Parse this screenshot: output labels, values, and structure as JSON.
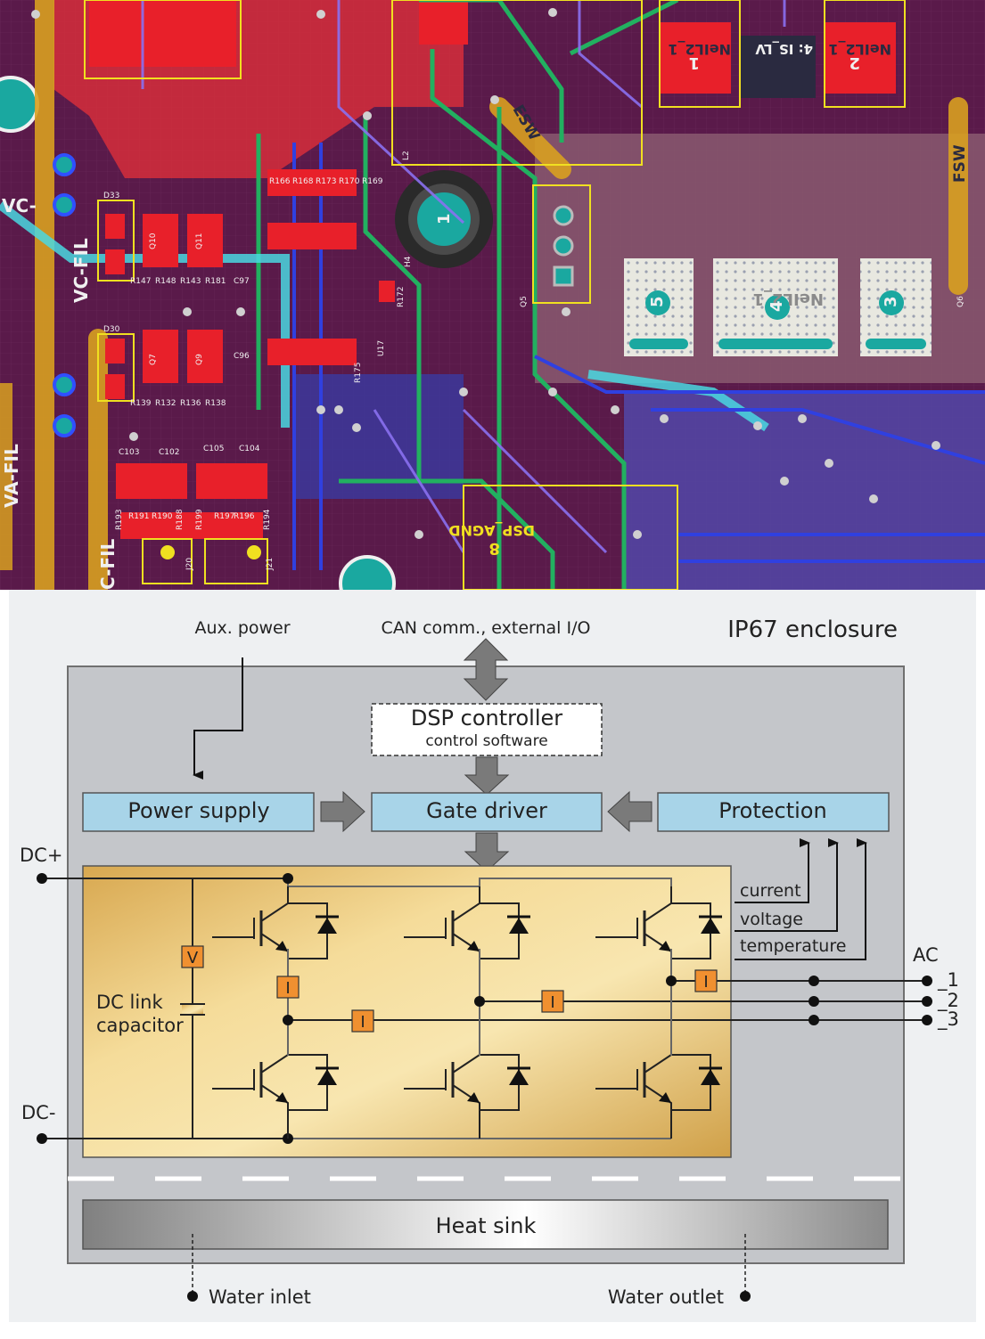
{
  "pcb": {
    "silk_labels": [
      "VC-",
      "VC-FIL",
      "VA-FIL",
      "C-FIL",
      "ESW",
      "FSW",
      "NeIL2_1",
      "4: IS_LV",
      "DSP_AGND",
      "D33",
      "D30",
      "Q10",
      "Q11",
      "Q7",
      "Q9",
      "R147",
      "R148",
      "R143",
      "R181",
      "C97",
      "R139",
      "R132",
      "R136",
      "R138",
      "C96",
      "R166",
      "R168",
      "R173",
      "R170",
      "R169",
      "R172",
      "R175",
      "U17",
      "C103",
      "C102",
      "C105",
      "C104",
      "R193",
      "R191",
      "R190",
      "R188",
      "R196",
      "R197",
      "R199",
      "R194",
      "J20",
      "J21",
      "L2",
      "Q5",
      "Q6",
      "H4"
    ],
    "pad_numbers": [
      "1",
      "2",
      "3",
      "4",
      "5",
      "8"
    ],
    "colors": {
      "background": "#5a1a4a",
      "copper_top": "#e0202a",
      "copper_bottom": "#4a3aa0",
      "trace_green": "#22b060",
      "trace_cyan": "#4ad8e0",
      "trace_blue": "#3040e0",
      "silkscreen": "#f0e020",
      "pad_gold": "#d8a020",
      "pad_teal": "#1aa8a0"
    }
  },
  "diagram": {
    "enclosure_label": "IP67 enclosure",
    "aux_power": "Aux. power",
    "can_comm": "CAN comm., external I/O",
    "dsp": {
      "title": "DSP controller",
      "subtitle": "control software"
    },
    "power_supply": "Power supply",
    "gate_driver": "Gate driver",
    "protection": "Protection",
    "dc_plus": "DC+",
    "dc_minus": "DC-",
    "dc_link": {
      "line1": "DC link",
      "line2": "capacitor"
    },
    "sense_labels": [
      "current",
      "voltage",
      "temperature"
    ],
    "ac_label": "AC",
    "phases": [
      "_1",
      "_2",
      "_3"
    ],
    "sensor_v": "V",
    "sensor_i": "I",
    "heat_sink": "Heat sink",
    "water_inlet": "Water inlet",
    "water_outlet": "Water outlet",
    "colors": {
      "enclosure": "#c4c6ca",
      "block_fill": "#a8d4e8",
      "module_fill": "#e8c070",
      "sensor_fill": "#f09030",
      "arrow_fill": "#7a7a7a"
    }
  }
}
